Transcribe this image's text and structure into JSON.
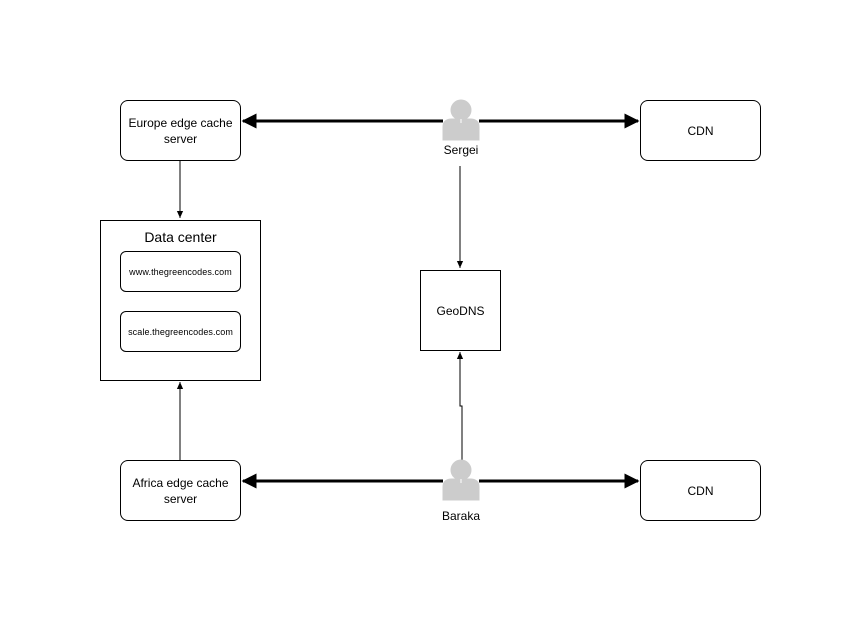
{
  "nodes": {
    "europe_cache": "Europe edge cache server",
    "africa_cache": "Africa edge cache server",
    "cdn_top": "CDN",
    "cdn_bottom": "CDN",
    "geodns": "GeoDNS",
    "data_center": {
      "title": "Data center",
      "hosts": [
        "www.thegreencodes.com",
        "scale.thegreencodes.com"
      ]
    }
  },
  "actors": {
    "user_top": "Sergei",
    "user_bottom": "Baraka"
  },
  "colors": {
    "stroke": "#000000",
    "actor_fill": "#cccccc",
    "background": "#ffffff"
  }
}
